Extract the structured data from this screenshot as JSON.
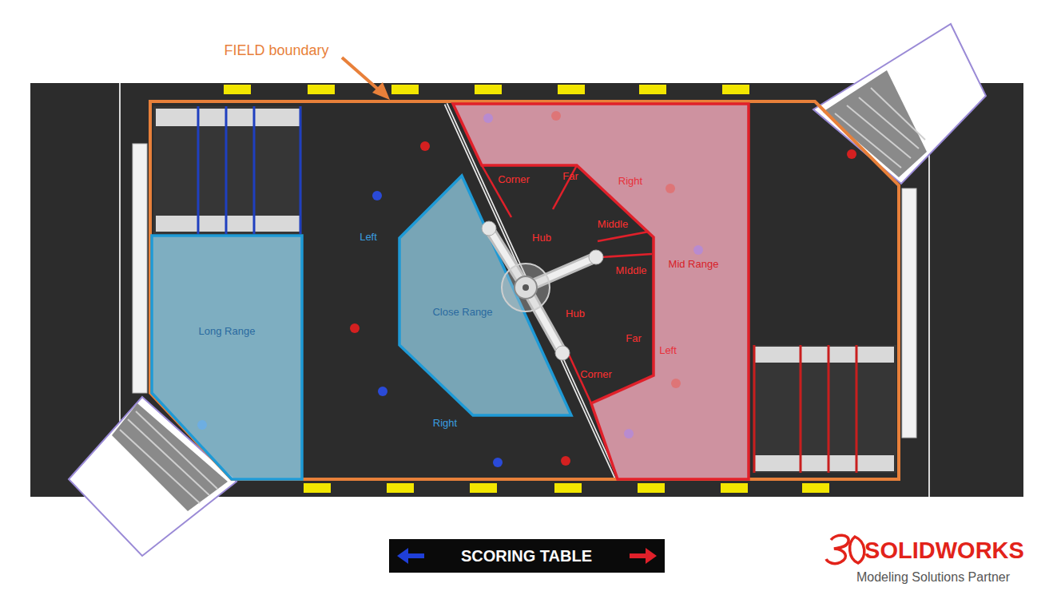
{
  "diagram": {
    "nodes": [
      {
        "text": [
          "Long Range"
        ]
      },
      {
        "text": [
          "Close Range"
        ]
      },
      {
        "text": [
          "Mid Range"
        ]
      },
      {
        "text": [
          "SCORING TABLE"
        ]
      }
    ],
    "labels": [
      "FIELD boundary",
      "Left",
      "Right",
      "Corner",
      "Far",
      "Right",
      "Middle",
      "Hub",
      "MIddle",
      "Hub",
      "Far",
      "Left",
      "Corner",
      "SOLIDWORKS",
      "Modeling Solutions Partner"
    ]
  }
}
